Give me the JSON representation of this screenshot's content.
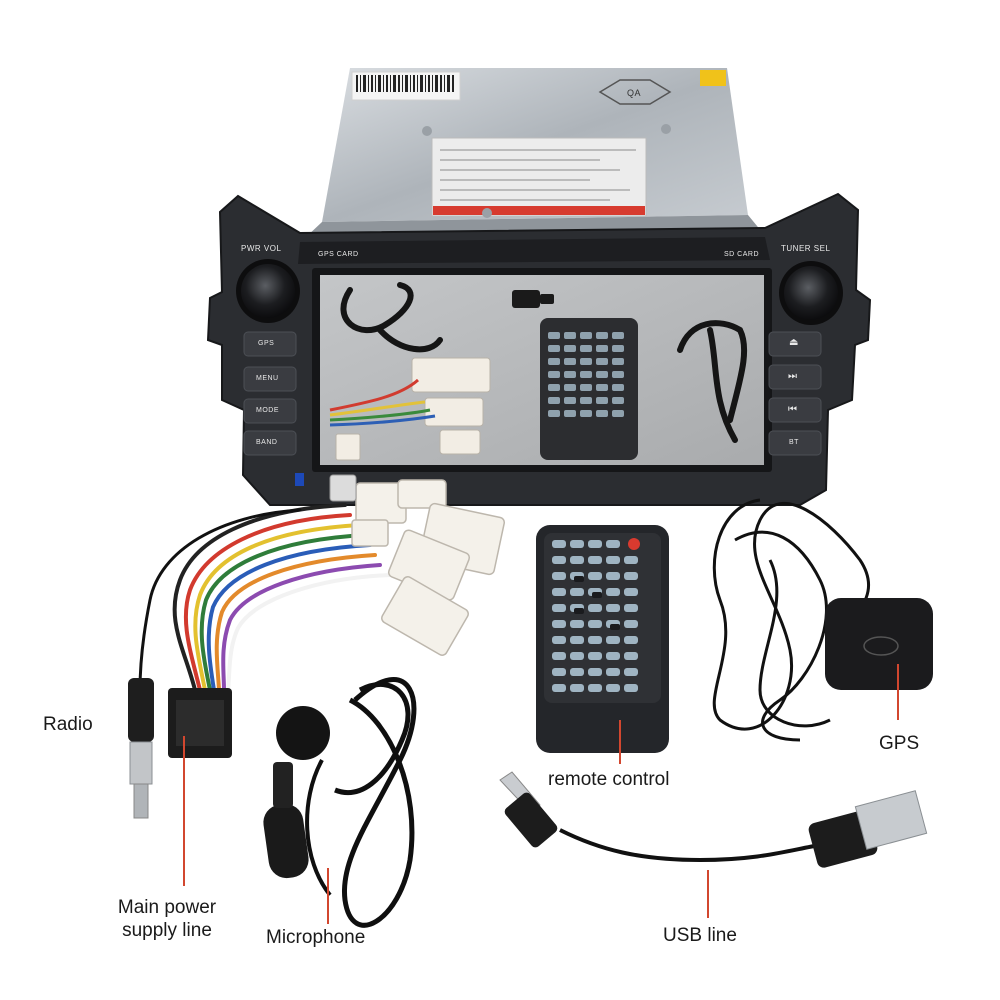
{
  "labels": {
    "radio": "Radio",
    "main_power": "Main power supply line",
    "microphone": "Microphone",
    "remote": "remote control",
    "usb": "USB line",
    "gps": "GPS"
  },
  "head_unit": {
    "left_buttons": [
      "GPS",
      "MENU",
      "MODE",
      "BAND"
    ],
    "right_buttons": [
      "⏏",
      "⏭",
      "⏮",
      "BT"
    ],
    "top_left_text": "PWR VOL",
    "top_right_text": "TUNER SEL",
    "slot_left": "GPS CARD",
    "slot_right": "SD CARD",
    "chassis_badge": "QA"
  },
  "colors": {
    "pointer": "#d2472f",
    "bezel": "#2b2d31",
    "chassis": "#b9bec4"
  }
}
